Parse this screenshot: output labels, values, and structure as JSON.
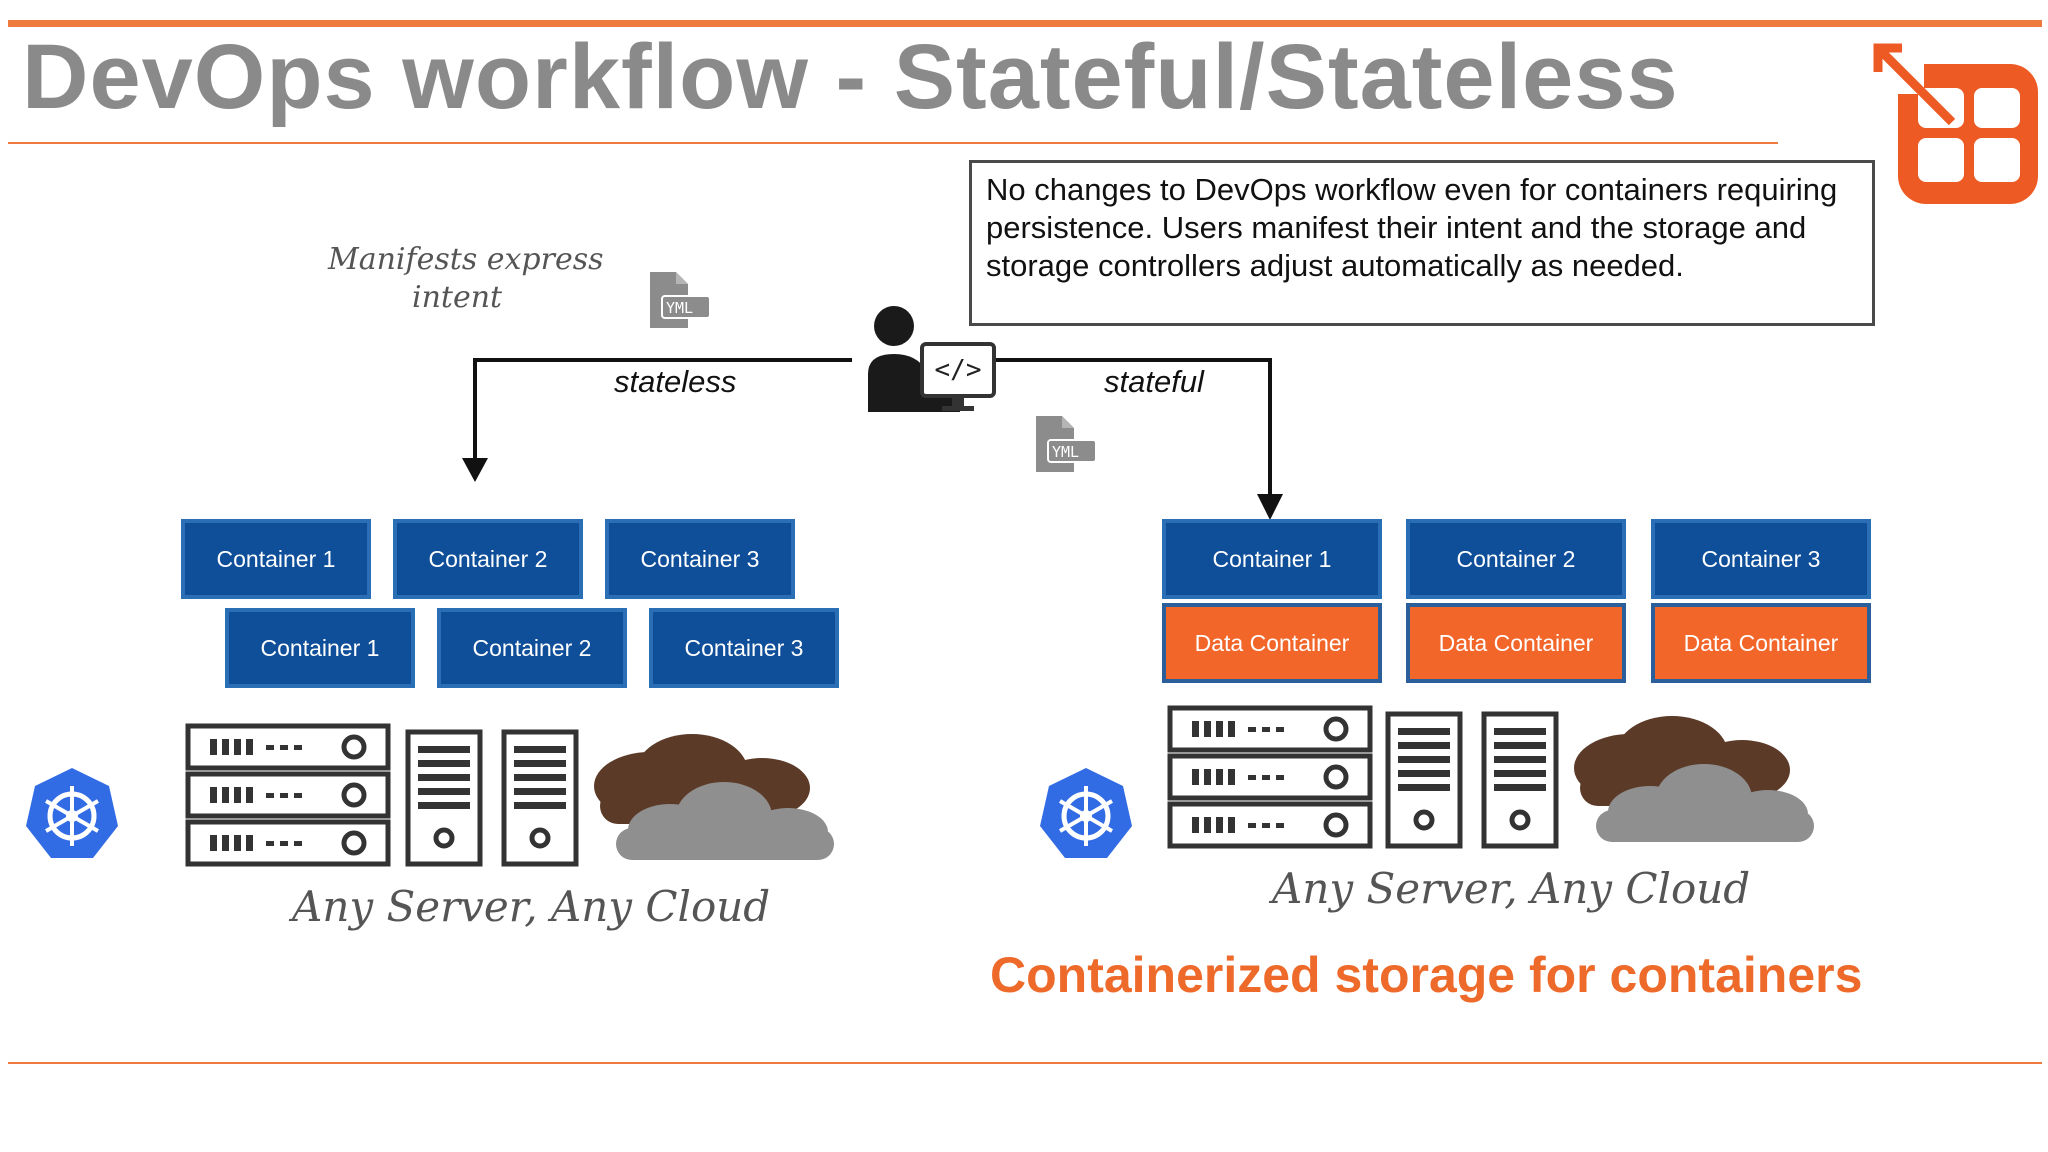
{
  "title": "DevOps workflow - Stateful/Stateless",
  "note": "No changes to DevOps workflow even for containers requiring persistence.  Users manifest their intent and the storage and storage controllers adjust automatically as needed.",
  "manifest_caption": [
    "Manifests express",
    "intent"
  ],
  "yml_label": "YML",
  "flow": {
    "left": "stateless",
    "right": "stateful"
  },
  "stateless": {
    "row1": [
      "Container 1",
      "Container 2",
      "Container 3"
    ],
    "row2": [
      "Container 1",
      "Container 2",
      "Container 3"
    ],
    "caption": "Any Server, Any Cloud"
  },
  "stateful": {
    "containers": [
      "Container 1",
      "Container 2",
      "Container 3"
    ],
    "data_containers": [
      "Data Container",
      "Data Container",
      "Data Container"
    ],
    "caption": "Any Server, Any Cloud"
  },
  "tagline": "Containerized storage for containers",
  "icons": [
    "logo-icon",
    "yml-file-icon",
    "developer-icon",
    "kubernetes-icon",
    "rack-server-icon",
    "tower-server-icon",
    "cloud-icon"
  ],
  "colors": {
    "accent": "#ee7a3d",
    "container_blue": "#0f4f9a",
    "data_orange": "#f2662a",
    "title_gray": "#8a8a8a"
  }
}
